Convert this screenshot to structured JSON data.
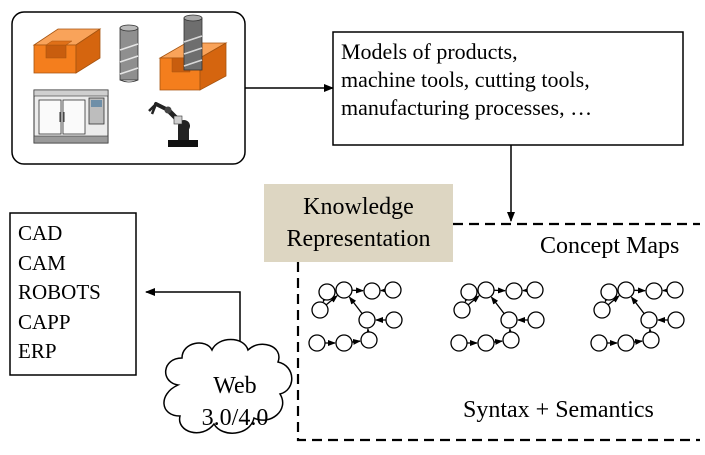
{
  "models_box": {
    "lines": [
      "Models of products,",
      "machine tools, cutting tools,",
      "manufacturing processes, …"
    ]
  },
  "knowledge_representation": {
    "line1": "Knowledge",
    "line2": "Representation"
  },
  "systems_box": {
    "items": [
      "CAD",
      "CAM",
      "ROBOTS",
      "CAPP",
      "ERP"
    ]
  },
  "web_cloud": {
    "line1": "Web",
    "line2": "3.0/4.0"
  },
  "concept_maps": {
    "title": "Concept Maps",
    "footer": "Syntax + Semantics",
    "count": 3
  },
  "icons": [
    "workpiece-icon",
    "end-mill-icon",
    "cnc-machine-icon",
    "robot-arm-icon"
  ],
  "colors": {
    "workpiece": "#f47e1d",
    "kr_background": "#ddd6c2",
    "machine_panel": "#d9d9d9"
  }
}
